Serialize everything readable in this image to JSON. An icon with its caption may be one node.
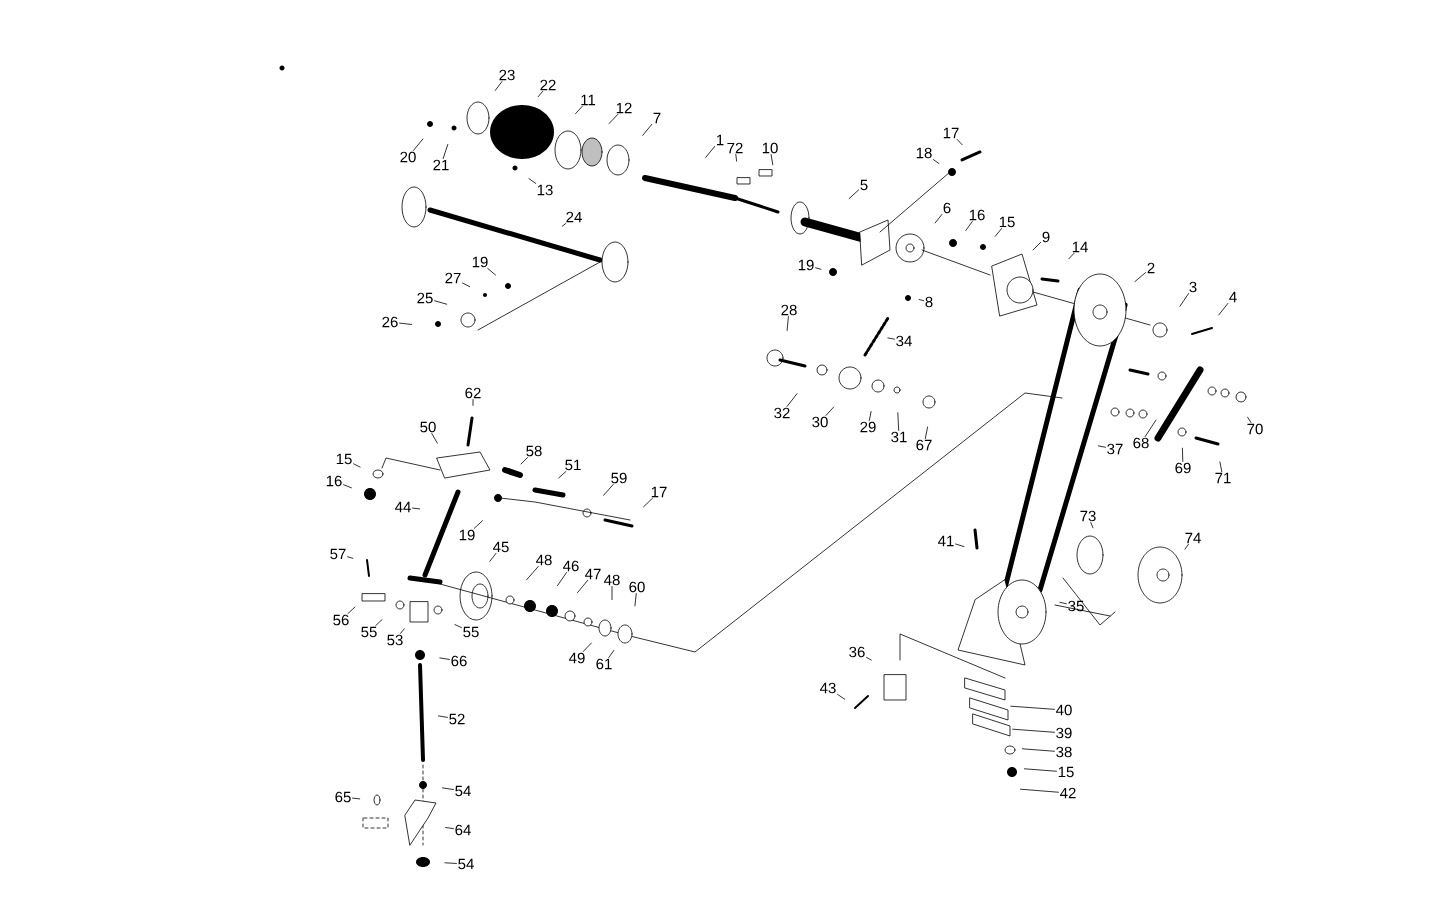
{
  "diagram": {
    "nodes": [
      {
        "text": [
          "1"
        ]
      },
      {
        "text": [
          "72"
        ]
      },
      {
        "text": [
          "10"
        ]
      },
      {
        "text": [
          "7"
        ]
      },
      {
        "text": [
          "12"
        ]
      },
      {
        "text": [
          "11"
        ]
      },
      {
        "text": [
          "22"
        ]
      },
      {
        "text": [
          "23"
        ]
      },
      {
        "text": [
          "20"
        ]
      },
      {
        "text": [
          "21"
        ]
      },
      {
        "text": [
          "13"
        ]
      },
      {
        "text": [
          "24"
        ]
      },
      {
        "text": [
          "19"
        ]
      },
      {
        "text": [
          "27"
        ]
      },
      {
        "text": [
          "25"
        ]
      },
      {
        "text": [
          "26"
        ]
      },
      {
        "text": [
          "5"
        ]
      },
      {
        "text": [
          "17"
        ]
      },
      {
        "text": [
          "18"
        ]
      },
      {
        "text": [
          "6"
        ]
      },
      {
        "text": [
          "16"
        ]
      },
      {
        "text": [
          "15"
        ]
      },
      {
        "text": [
          "9"
        ]
      },
      {
        "text": [
          "14"
        ]
      },
      {
        "text": [
          "19"
        ]
      },
      {
        "text": [
          "8"
        ]
      },
      {
        "text": [
          "2"
        ]
      },
      {
        "text": [
          "3"
        ]
      },
      {
        "text": [
          "4"
        ]
      },
      {
        "text": [
          "28"
        ]
      },
      {
        "text": [
          "34"
        ]
      },
      {
        "text": [
          "32"
        ]
      },
      {
        "text": [
          "30"
        ]
      },
      {
        "text": [
          "29"
        ]
      },
      {
        "text": [
          "31"
        ]
      },
      {
        "text": [
          "67"
        ]
      },
      {
        "text": [
          "70"
        ]
      },
      {
        "text": [
          "37"
        ]
      },
      {
        "text": [
          "68"
        ]
      },
      {
        "text": [
          "69"
        ]
      },
      {
        "text": [
          "71"
        ]
      },
      {
        "text": [
          "62"
        ]
      },
      {
        "text": [
          "50"
        ]
      },
      {
        "text": [
          "15"
        ]
      },
      {
        "text": [
          "16"
        ]
      },
      {
        "text": [
          "58"
        ]
      },
      {
        "text": [
          "51"
        ]
      },
      {
        "text": [
          "59"
        ]
      },
      {
        "text": [
          "17"
        ]
      },
      {
        "text": [
          "44"
        ]
      },
      {
        "text": [
          "19"
        ]
      },
      {
        "text": [
          "45"
        ]
      },
      {
        "text": [
          "48"
        ]
      },
      {
        "text": [
          "46"
        ]
      },
      {
        "text": [
          "47"
        ]
      },
      {
        "text": [
          "48"
        ]
      },
      {
        "text": [
          "60"
        ]
      },
      {
        "text": [
          "57"
        ]
      },
      {
        "text": [
          "56"
        ]
      },
      {
        "text": [
          "55"
        ]
      },
      {
        "text": [
          "53"
        ]
      },
      {
        "text": [
          "55"
        ]
      },
      {
        "text": [
          "49"
        ]
      },
      {
        "text": [
          "61"
        ]
      },
      {
        "text": [
          "66"
        ]
      },
      {
        "text": [
          "52"
        ]
      },
      {
        "text": [
          "54"
        ]
      },
      {
        "text": [
          "65"
        ]
      },
      {
        "text": [
          "64"
        ]
      },
      {
        "text": [
          "54"
        ]
      },
      {
        "text": [
          "41"
        ]
      },
      {
        "text": [
          "73"
        ]
      },
      {
        "text": [
          "74"
        ]
      },
      {
        "text": [
          "35"
        ]
      },
      {
        "text": [
          "36"
        ]
      },
      {
        "text": [
          "43"
        ]
      },
      {
        "text": [
          "40"
        ]
      },
      {
        "text": [
          "39"
        ]
      },
      {
        "text": [
          "38"
        ]
      },
      {
        "text": [
          "15"
        ]
      },
      {
        "text": [
          "42"
        ]
      }
    ],
    "edges": [
      {
        "from": 0,
        "to": null,
        "arrow": "none"
      },
      {
        "from": 1,
        "to": null,
        "arrow": "none"
      },
      {
        "from": 2,
        "to": null,
        "arrow": "none"
      },
      {
        "from": 3,
        "to": null,
        "arrow": "none"
      },
      {
        "from": 4,
        "to": null,
        "arrow": "none"
      },
      {
        "from": 5,
        "to": null,
        "arrow": "none"
      },
      {
        "from": 6,
        "to": null,
        "arrow": "none"
      },
      {
        "from": 7,
        "to": null,
        "arrow": "none"
      },
      {
        "from": 8,
        "to": null,
        "arrow": "none"
      },
      {
        "from": 9,
        "to": null,
        "arrow": "none"
      },
      {
        "from": 10,
        "to": null,
        "arrow": "none"
      },
      {
        "from": 11,
        "to": null,
        "arrow": "none"
      },
      {
        "from": 12,
        "to": null,
        "arrow": "none"
      },
      {
        "from": 13,
        "to": null,
        "arrow": "none"
      },
      {
        "from": 14,
        "to": null,
        "arrow": "none"
      },
      {
        "from": 15,
        "to": null,
        "arrow": "none"
      },
      {
        "from": 16,
        "to": null,
        "arrow": "none"
      },
      {
        "from": 17,
        "to": null,
        "arrow": "none"
      },
      {
        "from": 18,
        "to": null,
        "arrow": "none"
      },
      {
        "from": 19,
        "to": null,
        "arrow": "none"
      },
      {
        "from": 20,
        "to": null,
        "arrow": "none"
      },
      {
        "from": 21,
        "to": null,
        "arrow": "none"
      },
      {
        "from": 22,
        "to": null,
        "arrow": "none"
      },
      {
        "from": 23,
        "to": null,
        "arrow": "none"
      },
      {
        "from": 24,
        "to": null,
        "arrow": "none"
      },
      {
        "from": 25,
        "to": null,
        "arrow": "none"
      },
      {
        "from": 26,
        "to": null,
        "arrow": "none"
      },
      {
        "from": 27,
        "to": null,
        "arrow": "none"
      },
      {
        "from": 28,
        "to": null,
        "arrow": "none"
      },
      {
        "from": 29,
        "to": null,
        "arrow": "none"
      },
      {
        "from": 30,
        "to": null,
        "arrow": "none"
      },
      {
        "from": 31,
        "to": null,
        "arrow": "none"
      },
      {
        "from": 32,
        "to": null,
        "arrow": "none"
      },
      {
        "from": 33,
        "to": null,
        "arrow": "none"
      },
      {
        "from": 34,
        "to": null,
        "arrow": "none"
      },
      {
        "from": 35,
        "to": null,
        "arrow": "none"
      },
      {
        "from": 36,
        "to": null,
        "arrow": "none"
      },
      {
        "from": 37,
        "to": null,
        "arrow": "none"
      },
      {
        "from": 38,
        "to": null,
        "arrow": "none"
      },
      {
        "from": 39,
        "to": null,
        "arrow": "none"
      },
      {
        "from": 40,
        "to": null,
        "arrow": "none"
      },
      {
        "from": 41,
        "to": null,
        "arrow": "none"
      },
      {
        "from": 42,
        "to": null,
        "arrow": "none"
      },
      {
        "from": 43,
        "to": null,
        "arrow": "none"
      },
      {
        "from": 44,
        "to": null,
        "arrow": "none"
      },
      {
        "from": 45,
        "to": null,
        "arrow": "none"
      },
      {
        "from": 46,
        "to": null,
        "arrow": "none"
      },
      {
        "from": 47,
        "to": null,
        "arrow": "none"
      },
      {
        "from": 48,
        "to": null,
        "arrow": "none"
      },
      {
        "from": 49,
        "to": null,
        "arrow": "none"
      },
      {
        "from": 50,
        "to": null,
        "arrow": "none"
      },
      {
        "from": 51,
        "to": null,
        "arrow": "none"
      },
      {
        "from": 52,
        "to": null,
        "arrow": "none"
      },
      {
        "from": 53,
        "to": null,
        "arrow": "none"
      },
      {
        "from": 54,
        "to": null,
        "arrow": "none"
      },
      {
        "from": 55,
        "to": null,
        "arrow": "none"
      },
      {
        "from": 56,
        "to": null,
        "arrow": "none"
      },
      {
        "from": 57,
        "to": null,
        "arrow": "none"
      },
      {
        "from": 58,
        "to": null,
        "arrow": "none"
      },
      {
        "from": 59,
        "to": null,
        "arrow": "none"
      },
      {
        "from": 60,
        "to": null,
        "arrow": "none"
      },
      {
        "from": 61,
        "to": null,
        "arrow": "none"
      },
      {
        "from": 62,
        "to": null,
        "arrow": "none"
      },
      {
        "from": 63,
        "to": null,
        "arrow": "none"
      },
      {
        "from": 64,
        "to": null,
        "arrow": "none"
      },
      {
        "from": 65,
        "to": null,
        "arrow": "none"
      },
      {
        "from": 66,
        "to": null,
        "arrow": "none"
      },
      {
        "from": 67,
        "to": null,
        "arrow": "none"
      },
      {
        "from": 68,
        "to": null,
        "arrow": "none"
      },
      {
        "from": 69,
        "to": null,
        "arrow": "none"
      },
      {
        "from": 70,
        "to": null,
        "arrow": "none"
      },
      {
        "from": 71,
        "to": null,
        "arrow": "none"
      },
      {
        "from": 72,
        "to": null,
        "arrow": "none"
      },
      {
        "from": 73,
        "to": null,
        "arrow": "none"
      },
      {
        "from": 74,
        "to": null,
        "arrow": "none"
      },
      {
        "from": 75,
        "to": null,
        "arrow": "none"
      },
      {
        "from": 76,
        "to": null,
        "arrow": "none"
      },
      {
        "from": 77,
        "to": null,
        "arrow": "none"
      },
      {
        "from": 78,
        "to": null,
        "arrow": "none"
      },
      {
        "from": 79,
        "to": null,
        "arrow": "none"
      },
      {
        "from": 80,
        "to": null,
        "arrow": "none"
      }
    ]
  }
}
